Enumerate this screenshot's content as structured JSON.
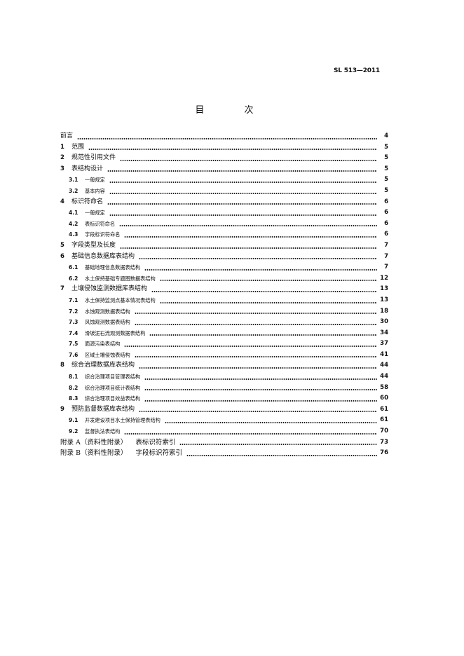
{
  "header": {
    "std_code": "SL 513—2011"
  },
  "toc": {
    "title": "目　次",
    "entries": [
      {
        "level": 0,
        "num": "",
        "title": "前言",
        "page": "4"
      },
      {
        "level": 1,
        "num": "1",
        "title": "范围",
        "page": "5"
      },
      {
        "level": 1,
        "num": "2",
        "title": "规范性引用文件",
        "page": "5"
      },
      {
        "level": 1,
        "num": "3",
        "title": "表结构设计",
        "page": "5"
      },
      {
        "level": 2,
        "num": "3.1",
        "title": "一般规定",
        "page": "5"
      },
      {
        "level": 2,
        "num": "3.2",
        "title": "基本内容",
        "page": "5"
      },
      {
        "level": 1,
        "num": "4",
        "title": "标识符命名",
        "page": "6"
      },
      {
        "level": 2,
        "num": "4.1",
        "title": "一般规定",
        "page": "6"
      },
      {
        "level": 2,
        "num": "4.2",
        "title": "表标识符命名",
        "page": "6"
      },
      {
        "level": 2,
        "num": "4.3",
        "title": "字段标识符命名",
        "page": "6"
      },
      {
        "level": 1,
        "num": "5",
        "title": "字段类型及长度",
        "page": "7"
      },
      {
        "level": 1,
        "num": "6",
        "title": "基础信息数据库表结构",
        "page": "7"
      },
      {
        "level": 2,
        "num": "6.1",
        "title": "基础地理信息数据表结构",
        "page": "7"
      },
      {
        "level": 2,
        "num": "6.2",
        "title": "水土保持基础专题图数据表结构",
        "page": "12"
      },
      {
        "level": 1,
        "num": "7",
        "title": "土壤侵蚀监测数据库表结构",
        "page": "13"
      },
      {
        "level": 2,
        "num": "7.1",
        "title": "水土保持监测点基本情况表结构",
        "page": "13"
      },
      {
        "level": 2,
        "num": "7.2",
        "title": "水蚀观测数据表结构",
        "page": "18"
      },
      {
        "level": 2,
        "num": "7.3",
        "title": "风蚀观测数据表结构",
        "page": "30"
      },
      {
        "level": 2,
        "num": "7.4",
        "title": "滑坡泥石流观测数据表结构",
        "page": "34"
      },
      {
        "level": 2,
        "num": "7.5",
        "title": "面源污染表结构",
        "page": "37"
      },
      {
        "level": 2,
        "num": "7.6",
        "title": "区域土壤侵蚀表结构",
        "page": "41"
      },
      {
        "level": 1,
        "num": "8",
        "title": "综合治理数据库表结构",
        "page": "44"
      },
      {
        "level": 2,
        "num": "8.1",
        "title": "综合治理项目管理表结构",
        "page": "44"
      },
      {
        "level": 2,
        "num": "8.2",
        "title": "综合治理项目统计表结构",
        "page": "58"
      },
      {
        "level": 2,
        "num": "8.3",
        "title": "综合治理项目效益表结构",
        "page": "60"
      },
      {
        "level": 1,
        "num": "9",
        "title": "预防监督数据库表结构",
        "page": "61"
      },
      {
        "level": 2,
        "num": "9.1",
        "title": "开发建设项目水土保持管理表结构",
        "page": "61"
      },
      {
        "level": 2,
        "num": "9.2",
        "title": "监督执法表结构",
        "page": "70"
      },
      {
        "level": 3,
        "num": "附录 A（资料性附录）",
        "title": "表标识符索引",
        "page": "73"
      },
      {
        "level": 3,
        "num": "附录 B（资料性附录）",
        "title": "字段标识符索引",
        "page": "76"
      }
    ]
  }
}
